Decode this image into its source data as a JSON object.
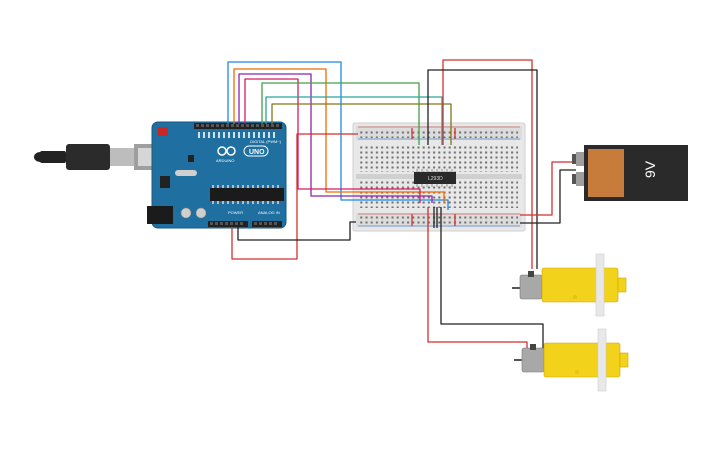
{
  "arduino": {
    "logo_text": "ARDUINO",
    "model": "UNO",
    "digital_label": "DIGITAL (PWM~)",
    "power_label": "POWER",
    "analog_label": "ANALOG IN"
  },
  "ic": {
    "label": "L293D"
  },
  "battery": {
    "label": "9V"
  },
  "colors": {
    "board": "#1f6fa0",
    "red_wire": "#d32f2f",
    "black_wire": "#222222",
    "motor": "#f2d21b",
    "battery_top": "#2a2a2a",
    "battery_body": "#c87c3c"
  }
}
